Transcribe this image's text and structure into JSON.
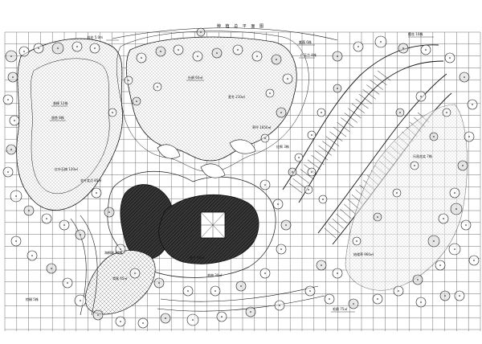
{
  "drawing": {
    "title": "种 植 总 平 面 图",
    "colors": {
      "paper": "#ffffff",
      "grid": "#6f6f6f",
      "ink": "#1a1a1a",
      "hatch_dark": "#262626",
      "hatch_mid": "#7a7a7a",
      "tree_fill": "#d9d9d9"
    },
    "labels": [
      "桂花 5.0m",
      "香樟 12株",
      "银杏 8株",
      "红叶石楠 120㎡",
      "金叶女贞 85㎡",
      "杜鹃 60㎡",
      "麦冬 210㎡",
      "草坪 1650㎡",
      "紫薇 6株",
      "广玉兰 4株",
      "樱花 10株",
      "红枫 3株",
      "海桐球 12株",
      "鸢尾 45㎡",
      "茶梅 30㎡",
      "栀子 40㎡",
      "结缕草 960㎡",
      "毛鹃 75㎡",
      "棕榈 5株",
      "乐昌含笑 7株"
    ]
  }
}
